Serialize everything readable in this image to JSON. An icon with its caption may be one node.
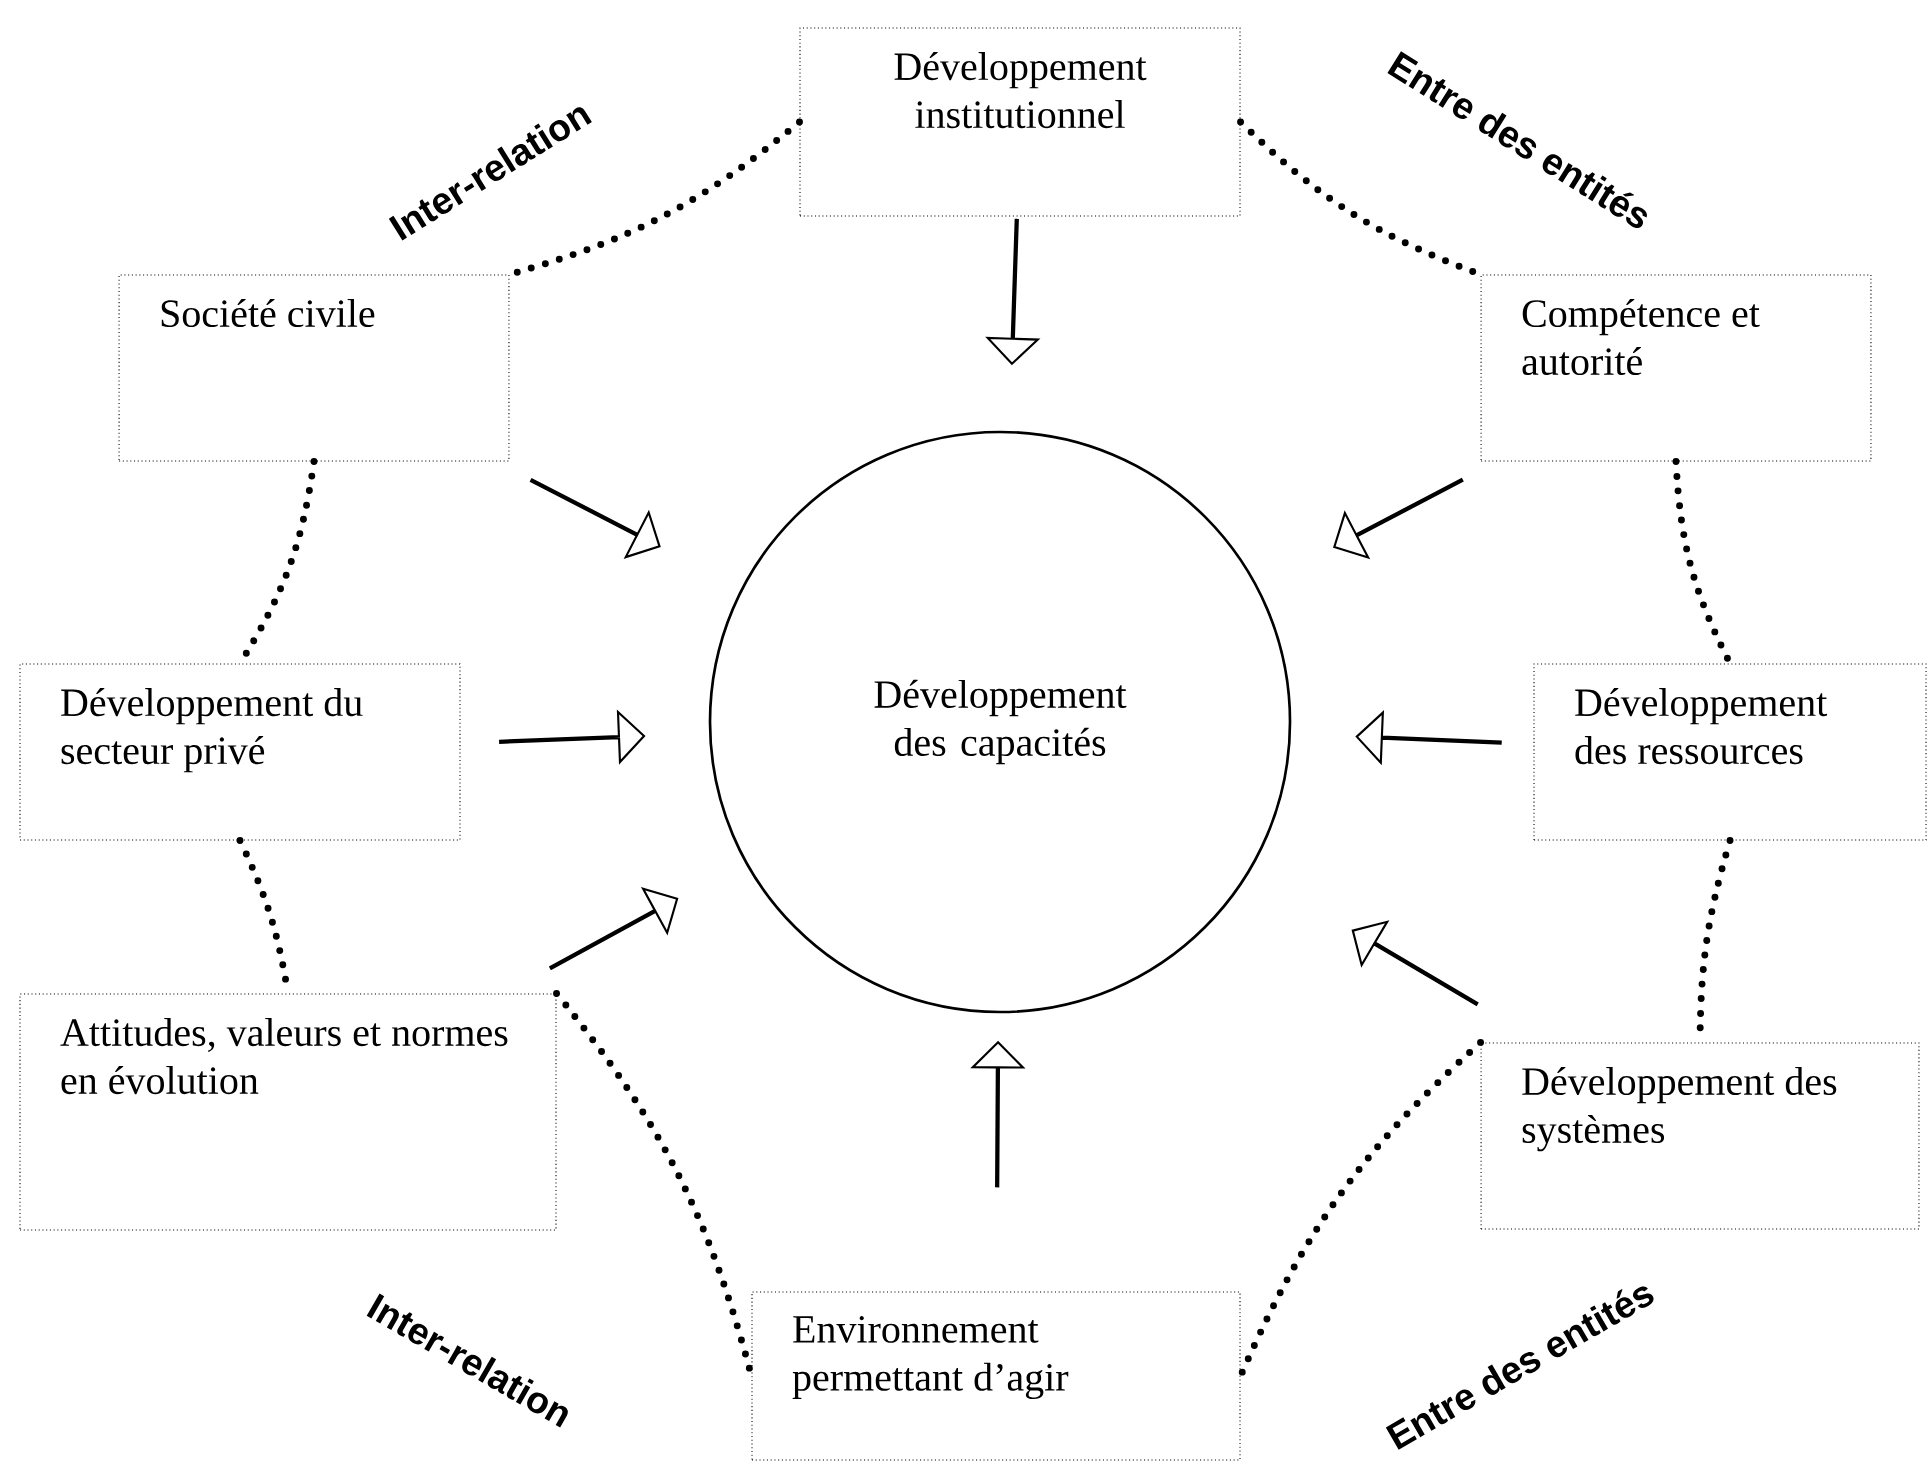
{
  "diagram": {
    "nodes": [
      {
        "text": [
          "Développement institutionnel"
        ]
      },
      {
        "text": [
          "Société civile"
        ]
      },
      {
        "text": [
          "Compétence et autorité"
        ]
      },
      {
        "text": [
          "Développement des capacités"
        ]
      },
      {
        "text": [
          "Développement du secteur privé"
        ]
      },
      {
        "text": [
          "Développement des ressources"
        ]
      },
      {
        "text": [
          "Attitudes, valeurs et normes en évolution"
        ]
      },
      {
        "text": [
          "Développement des systèmes"
        ]
      },
      {
        "text": [
          "Environnement permettant d’agir"
        ]
      }
    ],
    "edges": [
      {
        "from": 0,
        "to": 3,
        "arrow": "to"
      },
      {
        "from": 1,
        "to": 3,
        "arrow": "to"
      },
      {
        "from": 2,
        "to": 3,
        "arrow": "to"
      },
      {
        "from": 4,
        "to": 3,
        "arrow": "to"
      },
      {
        "from": 5,
        "to": 3,
        "arrow": "to"
      },
      {
        "from": 6,
        "to": 3,
        "arrow": "to"
      },
      {
        "from": 7,
        "to": 3,
        "arrow": "to"
      },
      {
        "from": 8,
        "to": 3,
        "arrow": "to"
      },
      {
        "from": 0,
        "to": 1,
        "arrow": "none",
        "style": "dashed",
        "label": "Inter-relation"
      },
      {
        "from": 0,
        "to": 2,
        "arrow": "none",
        "style": "dashed",
        "label": "Entre des entités"
      },
      {
        "from": 1,
        "to": 4,
        "arrow": "none",
        "style": "dashed"
      },
      {
        "from": 2,
        "to": 5,
        "arrow": "none",
        "style": "dashed"
      },
      {
        "from": 4,
        "to": 6,
        "arrow": "none",
        "style": "dashed"
      },
      {
        "from": 5,
        "to": 7,
        "arrow": "none",
        "style": "dashed"
      },
      {
        "from": 6,
        "to": 8,
        "arrow": "none",
        "style": "dashed",
        "label": "Inter-relation"
      },
      {
        "from": 7,
        "to": 8,
        "arrow": "none",
        "style": "dashed",
        "label": "Entre des entités"
      }
    ]
  }
}
